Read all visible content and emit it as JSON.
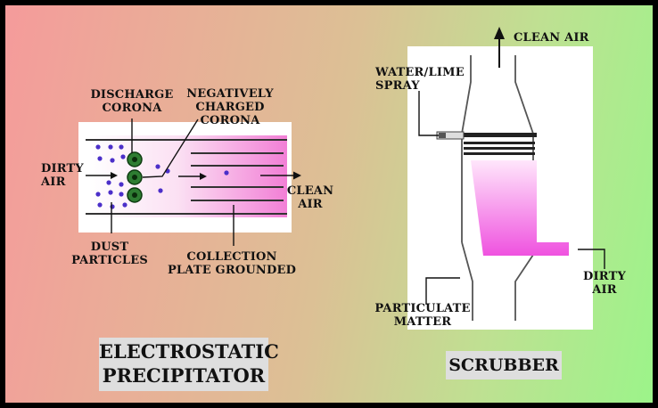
{
  "esp": {
    "title_lines": [
      "ELECTROSTATIC",
      "PRECIPITATOR"
    ],
    "label_discharge": [
      "DISCHARGE",
      "CORONA"
    ],
    "label_negative": [
      "NEGATIVELY",
      "CHARGED",
      "CORONA"
    ],
    "label_dirty_air": [
      "DIRTY",
      "AIR"
    ],
    "label_clean_air": [
      "CLEAN",
      "AIR"
    ],
    "label_dust": [
      "DUST",
      "PARTICLES"
    ],
    "label_collection": [
      "COLLECTION",
      "PLATE GROUNDED"
    ]
  },
  "scrubber": {
    "title": "SCRUBBER",
    "label_clean_air": "CLEAN AIR",
    "label_spray": [
      "WATER/LIME",
      "SPRAY"
    ],
    "label_dirty_air": [
      "DIRTY",
      "AIR"
    ],
    "label_particulate": [
      "PARTICULATE",
      "MATTER"
    ]
  },
  "colors": {
    "plume": "#f060e0",
    "corona_green": "#2e7d32",
    "particle": "#4b2fc9"
  }
}
